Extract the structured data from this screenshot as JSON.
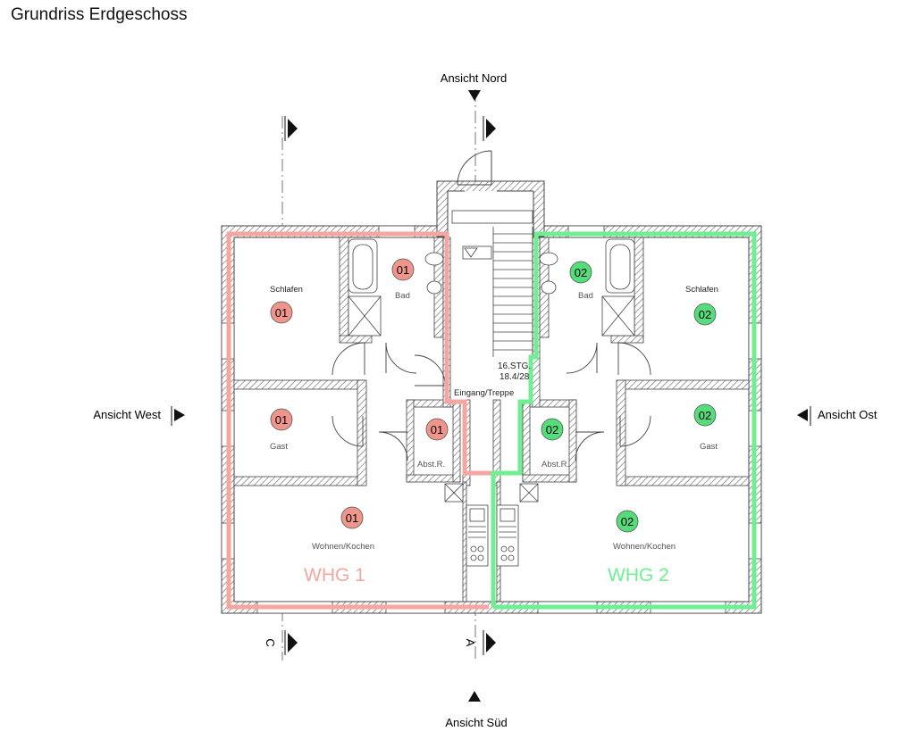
{
  "title": "Grundriss Erdgeschoss",
  "views": {
    "north": "Ansicht Nord",
    "south": "Ansicht Süd",
    "west": "Ansicht West",
    "east": "Ansicht Ost"
  },
  "sections": {
    "left": "C",
    "center": "A"
  },
  "stairs": {
    "label_line1": "16.STG.",
    "label_line2": "18.4/28"
  },
  "entrance_label": "Eingang/Treppe",
  "units": {
    "whg1": {
      "label": "WHG 1",
      "number": "01",
      "color": "#f4a7a0",
      "badge_color": "#f0958c",
      "rooms": {
        "schlafen": "Schlafen",
        "bad": "Bad",
        "gast": "Gast",
        "abst": "Abst.R.",
        "wohnen": "Wohnen/Kochen"
      }
    },
    "whg2": {
      "label": "WHG 2",
      "number": "02",
      "color": "#6fef92",
      "badge_color": "#55dd7c",
      "rooms": {
        "schlafen": "Schlafen",
        "bad": "Bad",
        "gast": "Gast",
        "abst": "Abst.R.",
        "wohnen": "Wohnen/Kochen"
      }
    }
  },
  "colors": {
    "wall": "#555555",
    "hatch": "#888888"
  }
}
